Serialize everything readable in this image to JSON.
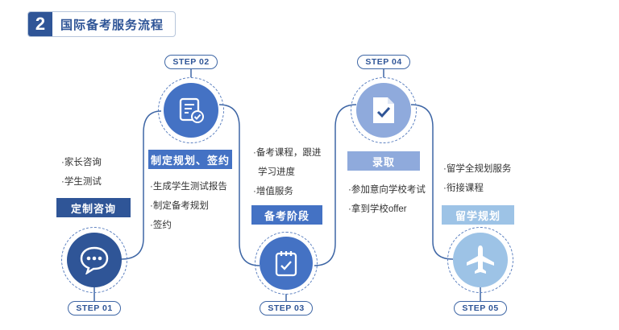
{
  "header": {
    "number": "2",
    "title": "国际备考服务流程"
  },
  "steps": [
    {
      "pill": "STEP 01",
      "title": "定制咨询",
      "icon": "chat-bubble-icon",
      "items": [
        "·家长咨询",
        "·学生测试"
      ]
    },
    {
      "pill": "STEP 02",
      "title": "制定规划、签约",
      "icon": "document-check-icon",
      "items": [
        "·生成学生测试报告",
        "·制定备考规划",
        "·签约"
      ]
    },
    {
      "pill": "STEP 03",
      "title": "备考阶段",
      "icon": "clipboard-check-icon",
      "items": [
        "·备考课程，跟进",
        "学习进度",
        "·增值服务"
      ]
    },
    {
      "pill": "STEP 04",
      "title": "录取",
      "icon": "file-check-icon",
      "items": [
        "·参加意向学校考试",
        "·拿到学校offer"
      ]
    },
    {
      "pill": "STEP 05",
      "title": "留学规划",
      "icon": "airplane-icon",
      "items": [
        "·留学全规划服务",
        "·衔接课程"
      ]
    }
  ],
  "colors": {
    "dark": "#2f5597",
    "mid": "#4472c4",
    "light": "#8faadc",
    "lighter": "#9dc3e6",
    "line": "#3e66a5"
  }
}
